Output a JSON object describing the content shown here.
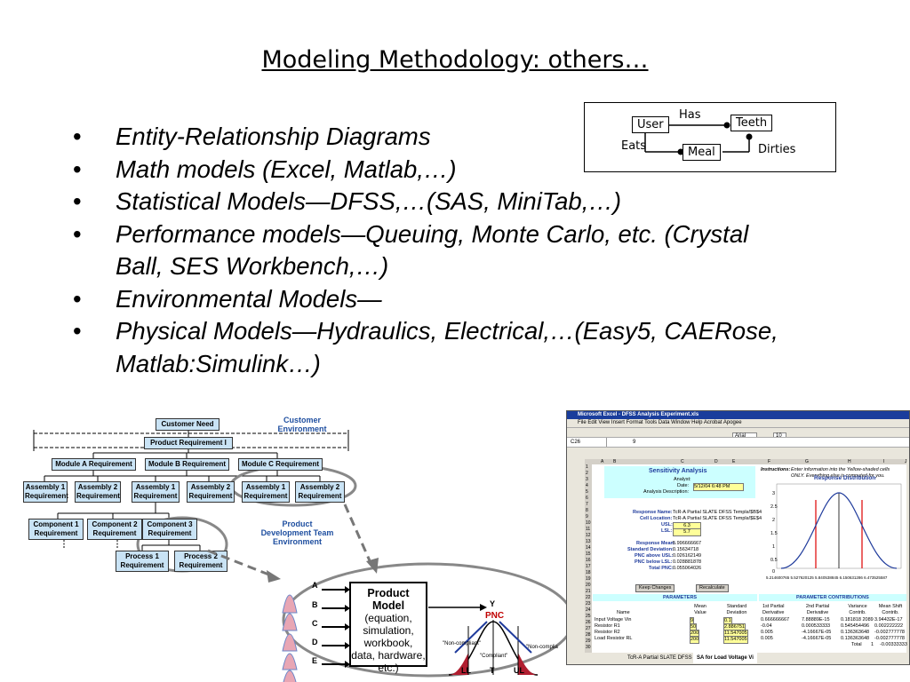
{
  "slide": {
    "title": "Modeling Methodology: others…",
    "bullets": [
      "Entity-Relationship Diagrams",
      "Math models (Excel, Matlab,…)",
      "Statistical Models—DFSS,…(SAS, MiniTab,…)",
      "Performance models—Queuing, Monte Carlo, etc. (Crystal Ball, SES Workbench,…)",
      "Environmental Models—",
      "Physical Models—Hydraulics, Electrical,…(Easy5, CAERose, Matlab:Simulink…)"
    ],
    "bullet_symbol": "•"
  },
  "er_diagram": {
    "user": "User",
    "has": "Has",
    "teeth": "Teeth",
    "eats": "Eats",
    "meal": "Meal",
    "dirties": "Dirties"
  },
  "hierarchy": {
    "customer_need": "Customer Need",
    "customer_env": "Customer Environment",
    "product_req": "Product Requirement I",
    "modules": [
      "Module A Requirement",
      "Module B Requirement",
      "Module C Requirement"
    ],
    "assemblies": [
      "Assembly 1 Requirement",
      "Assembly 2 Requirement",
      "Assembly 1 Requirement",
      "Assembly 2 Requirement",
      "Assembly 1 Requirement",
      "Assembly 2 Requirement"
    ],
    "dev_env": "Product Development Team Environment",
    "components": [
      "Component 1 Requirement",
      "Component 2 Requirement",
      "Component 3 Requirement"
    ],
    "processes": [
      "Process 1 Requirement",
      "Process 2 Requirement"
    ]
  },
  "product_model": {
    "title": "Product Model",
    "body": "(equation, simulation, workbook, data, hardware, etc.)",
    "inputs": [
      "A",
      "B",
      "C",
      "D",
      "E"
    ],
    "y": "Y",
    "pnc": "PNC",
    "non_compliant_left": "\"Non-compliant\"",
    "compliant": "\"Compliant\"",
    "non_compliant_right": "\"Non-complia",
    "ll": "LL",
    "t": "T",
    "ul": "UL"
  },
  "excel": {
    "window_title": "Microsoft Excel - DFSS Analysis Experiment.xls",
    "menu": "File  Edit  View  Insert  Format  Tools  Data  Window  Help  Acrobat  Apogee",
    "name_box": "C26",
    "formula_value": "9",
    "font_name": "Arial",
    "font_size": "10",
    "columns": [
      "A",
      "B",
      "C",
      "D",
      "E",
      "F",
      "G",
      "H",
      "I",
      "J"
    ],
    "rows": [
      "1",
      "2",
      "3",
      "4",
      "5",
      "6",
      "7",
      "8",
      "9",
      "10",
      "11",
      "12",
      "13",
      "14",
      "15",
      "16",
      "17",
      "18",
      "19",
      "20",
      "21",
      "22",
      "23",
      "24",
      "25",
      "26",
      "27",
      "28",
      "29",
      "30"
    ],
    "sensitivity_title": "Sensitivity Analysis",
    "analyst_label": "Analyst:",
    "date_label": "Date:",
    "date_value": "5/12/04 6:48 PM",
    "desc_label": "Analysis Description:",
    "instructions_label": "Instructions:",
    "instructions_text": "Enter information into the Yellow-shaded cells ONLY. Everything else is computed for you.",
    "response_dist_title": "Response Distribution",
    "response_name_label": "Response Name:",
    "response_name_value": "TcR-A Partial SLATE DFSS Templa!$B$4",
    "cell_location_label": "Cell Location:",
    "cell_location_value": "TcR-A Partial SLATE DFSS Templa!$E$4",
    "usl_label": "USL:",
    "usl_value": "6.3",
    "lsl_label": "LSL:",
    "lsl_value": "5.7",
    "resp_mean_label": "Response Mean:",
    "resp_mean_value": "5.996666667",
    "std_dev_label": "Standard Deviation:",
    "std_dev_value": "0.15634718",
    "pnc_above_label": "PNC above USL:",
    "pnc_above_value": "0.02616214​9",
    "pnc_below_label": "PNC below LSL:",
    "pnc_below_value": "0.02888187​8",
    "total_pnc_label": "Total PNC:",
    "total_pnc_value": "0.055064026",
    "keep_btn": "Keep Changes",
    "recalc_btn": "Recalculate",
    "params_title": "PARAMETERS",
    "contrib_title": "PARAMETER CONTRIBUTIONS",
    "param_headers": [
      "Name",
      "Mean Value",
      "Standard Deviation"
    ],
    "contrib_headers": [
      "1st Partial Derivative",
      "2nd Partial Derivative",
      "Variance Contrib.",
      "Mean Shift Contrib."
    ],
    "params": [
      {
        "name": "Input Voltage Vin",
        "mean": "9",
        "sd": "0.1",
        "d1": "0.666666667",
        "d2": "7.88889E-15",
        "var": "0.181818 2089",
        "shift": "3.94432E-17"
      },
      {
        "name": "Resistor R1",
        "mean": "50",
        "sd": "2.886751",
        "d1": "-0.04",
        "d2": "0.000533333",
        "var": "0.545454496",
        "shift": "0.002222222"
      },
      {
        "name": "Resistor R2",
        "mean": "200",
        "sd": "11.547005",
        "d1": "0.005",
        "d2": "-4.16667E-05",
        "var": "0.136363648",
        "shift": "-0.002777778"
      },
      {
        "name": "Load Resistor RL",
        "mean": "200",
        "sd": "11.547005",
        "d1": "0.005",
        "d2": "-4.16667E-05",
        "var": "0.136363648",
        "shift": "-0.002777778"
      }
    ],
    "total_label": "Total",
    "total_var": "1",
    "total_shift": "-0.00333333",
    "axis_ticks_y": [
      "3",
      "2.5",
      "2",
      "1.5",
      "1",
      "0.5",
      "0"
    ],
    "axis_ticks_x": "5.214600765  5.527620125  5.840538845  6.150631286  6.473525587",
    "tab_1": "TcR-A Partial SLATE DFSS Templa",
    "tab_2": "SA for Load Voltage Vi"
  }
}
